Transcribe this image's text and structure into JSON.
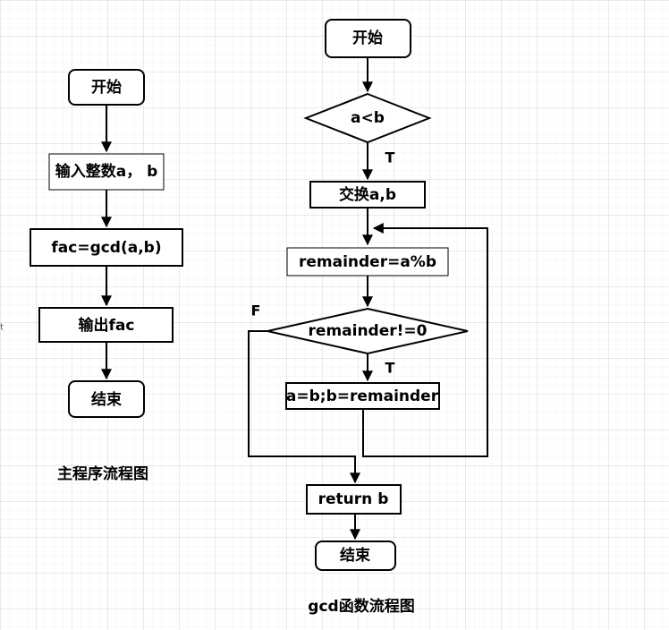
{
  "main_flowchart": {
    "caption": "主程序流程图",
    "start": "开始",
    "input": "输入整数a， b",
    "compute": "fac=gcd(a,b)",
    "output": "输出fac",
    "end": "结束"
  },
  "gcd_flowchart": {
    "caption": "gcd函数流程图",
    "start": "开始",
    "condition_compare": "a<b",
    "swap": "交换a,b",
    "remainder_calc": "remainder=a%b",
    "condition_loop": "remainder!=0",
    "update": "a=b;b=remainder",
    "return": "return b",
    "end": "结束",
    "label_true_1": "T",
    "label_true_2": "T",
    "label_false": "F"
  },
  "stray_mark": "t"
}
